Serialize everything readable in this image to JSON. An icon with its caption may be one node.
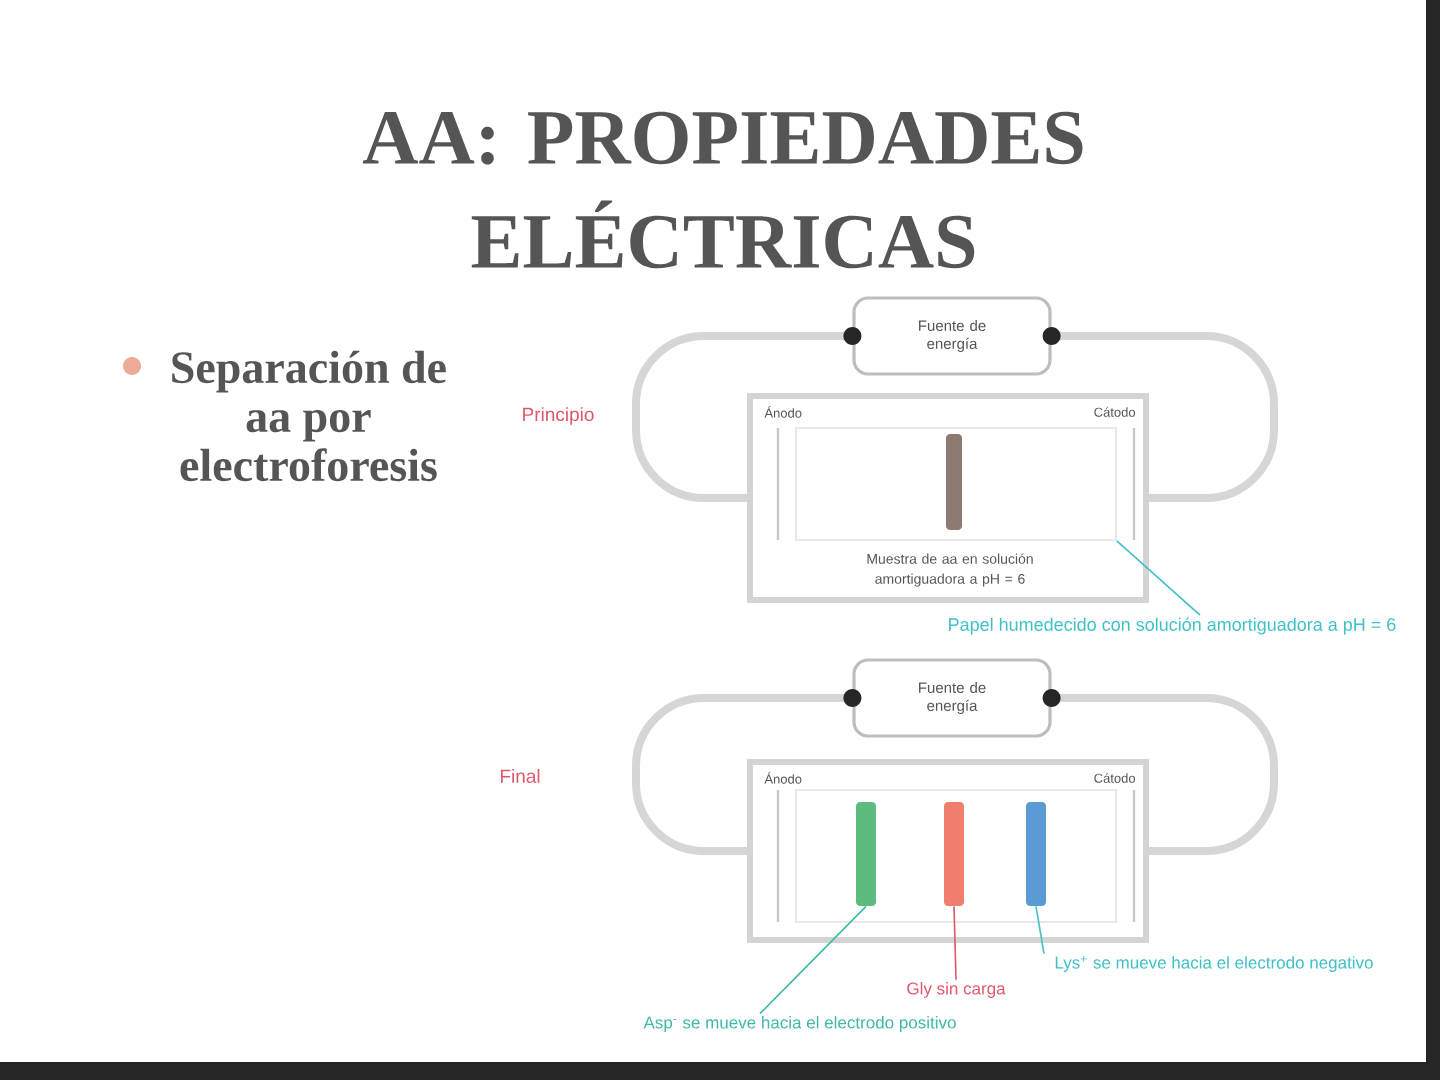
{
  "diagram": {
    "title": "AA: PROPIEDADES ELÉCTRICAS",
    "nodes": [
      {
        "text": [
          "Fuente de energía"
        ]
      },
      {
        "text": [
          "Ánodo",
          "Cátodo"
        ]
      },
      {
        "text": [],
        "shape": "box",
        "in": 1
      },
      {
        "text": [],
        "shape": "bar",
        "in": 2,
        "beside": [
          "Muestra de aa en solución amortiguadora a pH = 6"
        ]
      },
      {
        "text": [
          "Papel humedecido con solución amortiguadora a pH = 6"
        ]
      },
      {
        "text": [
          "Fuente de energía"
        ]
      },
      {
        "text": [
          "Ánodo",
          "Cátodo"
        ]
      },
      {
        "text": [],
        "shape": "box",
        "in": 6
      },
      {
        "text": [],
        "shape": "bar",
        "in": 7
      },
      {
        "text": [],
        "shape": "bar",
        "in": 7
      },
      {
        "text": [],
        "shape": "bar",
        "in": 7
      },
      {
        "text": [
          "Asp$^{-}$ se mueve hacia el electrodo positivo"
        ]
      },
      {
        "text": [
          "Gly sin carga"
        ]
      },
      {
        "text": [
          "Lys$^{+}$ se mueve hacia el electrodo negativo"
        ]
      }
    ],
    "edges": [
      {
        "from": 0,
        "to": 1,
        "arrow": "none",
        "style": "thick",
        "color": "#d6d6d6"
      },
      {
        "from": 0,
        "to": 1,
        "arrow": "none",
        "style": "thick",
        "color": "#d6d6d6"
      },
      {
        "from": 4,
        "to": 2,
        "arrow": "none",
        "color": "#3fbfc6"
      },
      {
        "from": 5,
        "to": 6,
        "arrow": "none",
        "style": "thick",
        "color": "#d6d6d6"
      },
      {
        "from": 5,
        "to": 6,
        "arrow": "none",
        "style": "thick",
        "color": "#d6d6d6"
      },
      {
        "from": 11,
        "to": 8,
        "arrow": "none",
        "color": "#3db8a8"
      },
      {
        "from": 12,
        "to": 9,
        "arrow": "none",
        "color": "#e0566a"
      },
      {
        "from": 13,
        "to": 10,
        "arrow": "none",
        "color": "#3fbfc6"
      }
    ],
    "labels": [
      "Separación de aa por electroforesis",
      "Principio",
      "Final"
    ]
  }
}
